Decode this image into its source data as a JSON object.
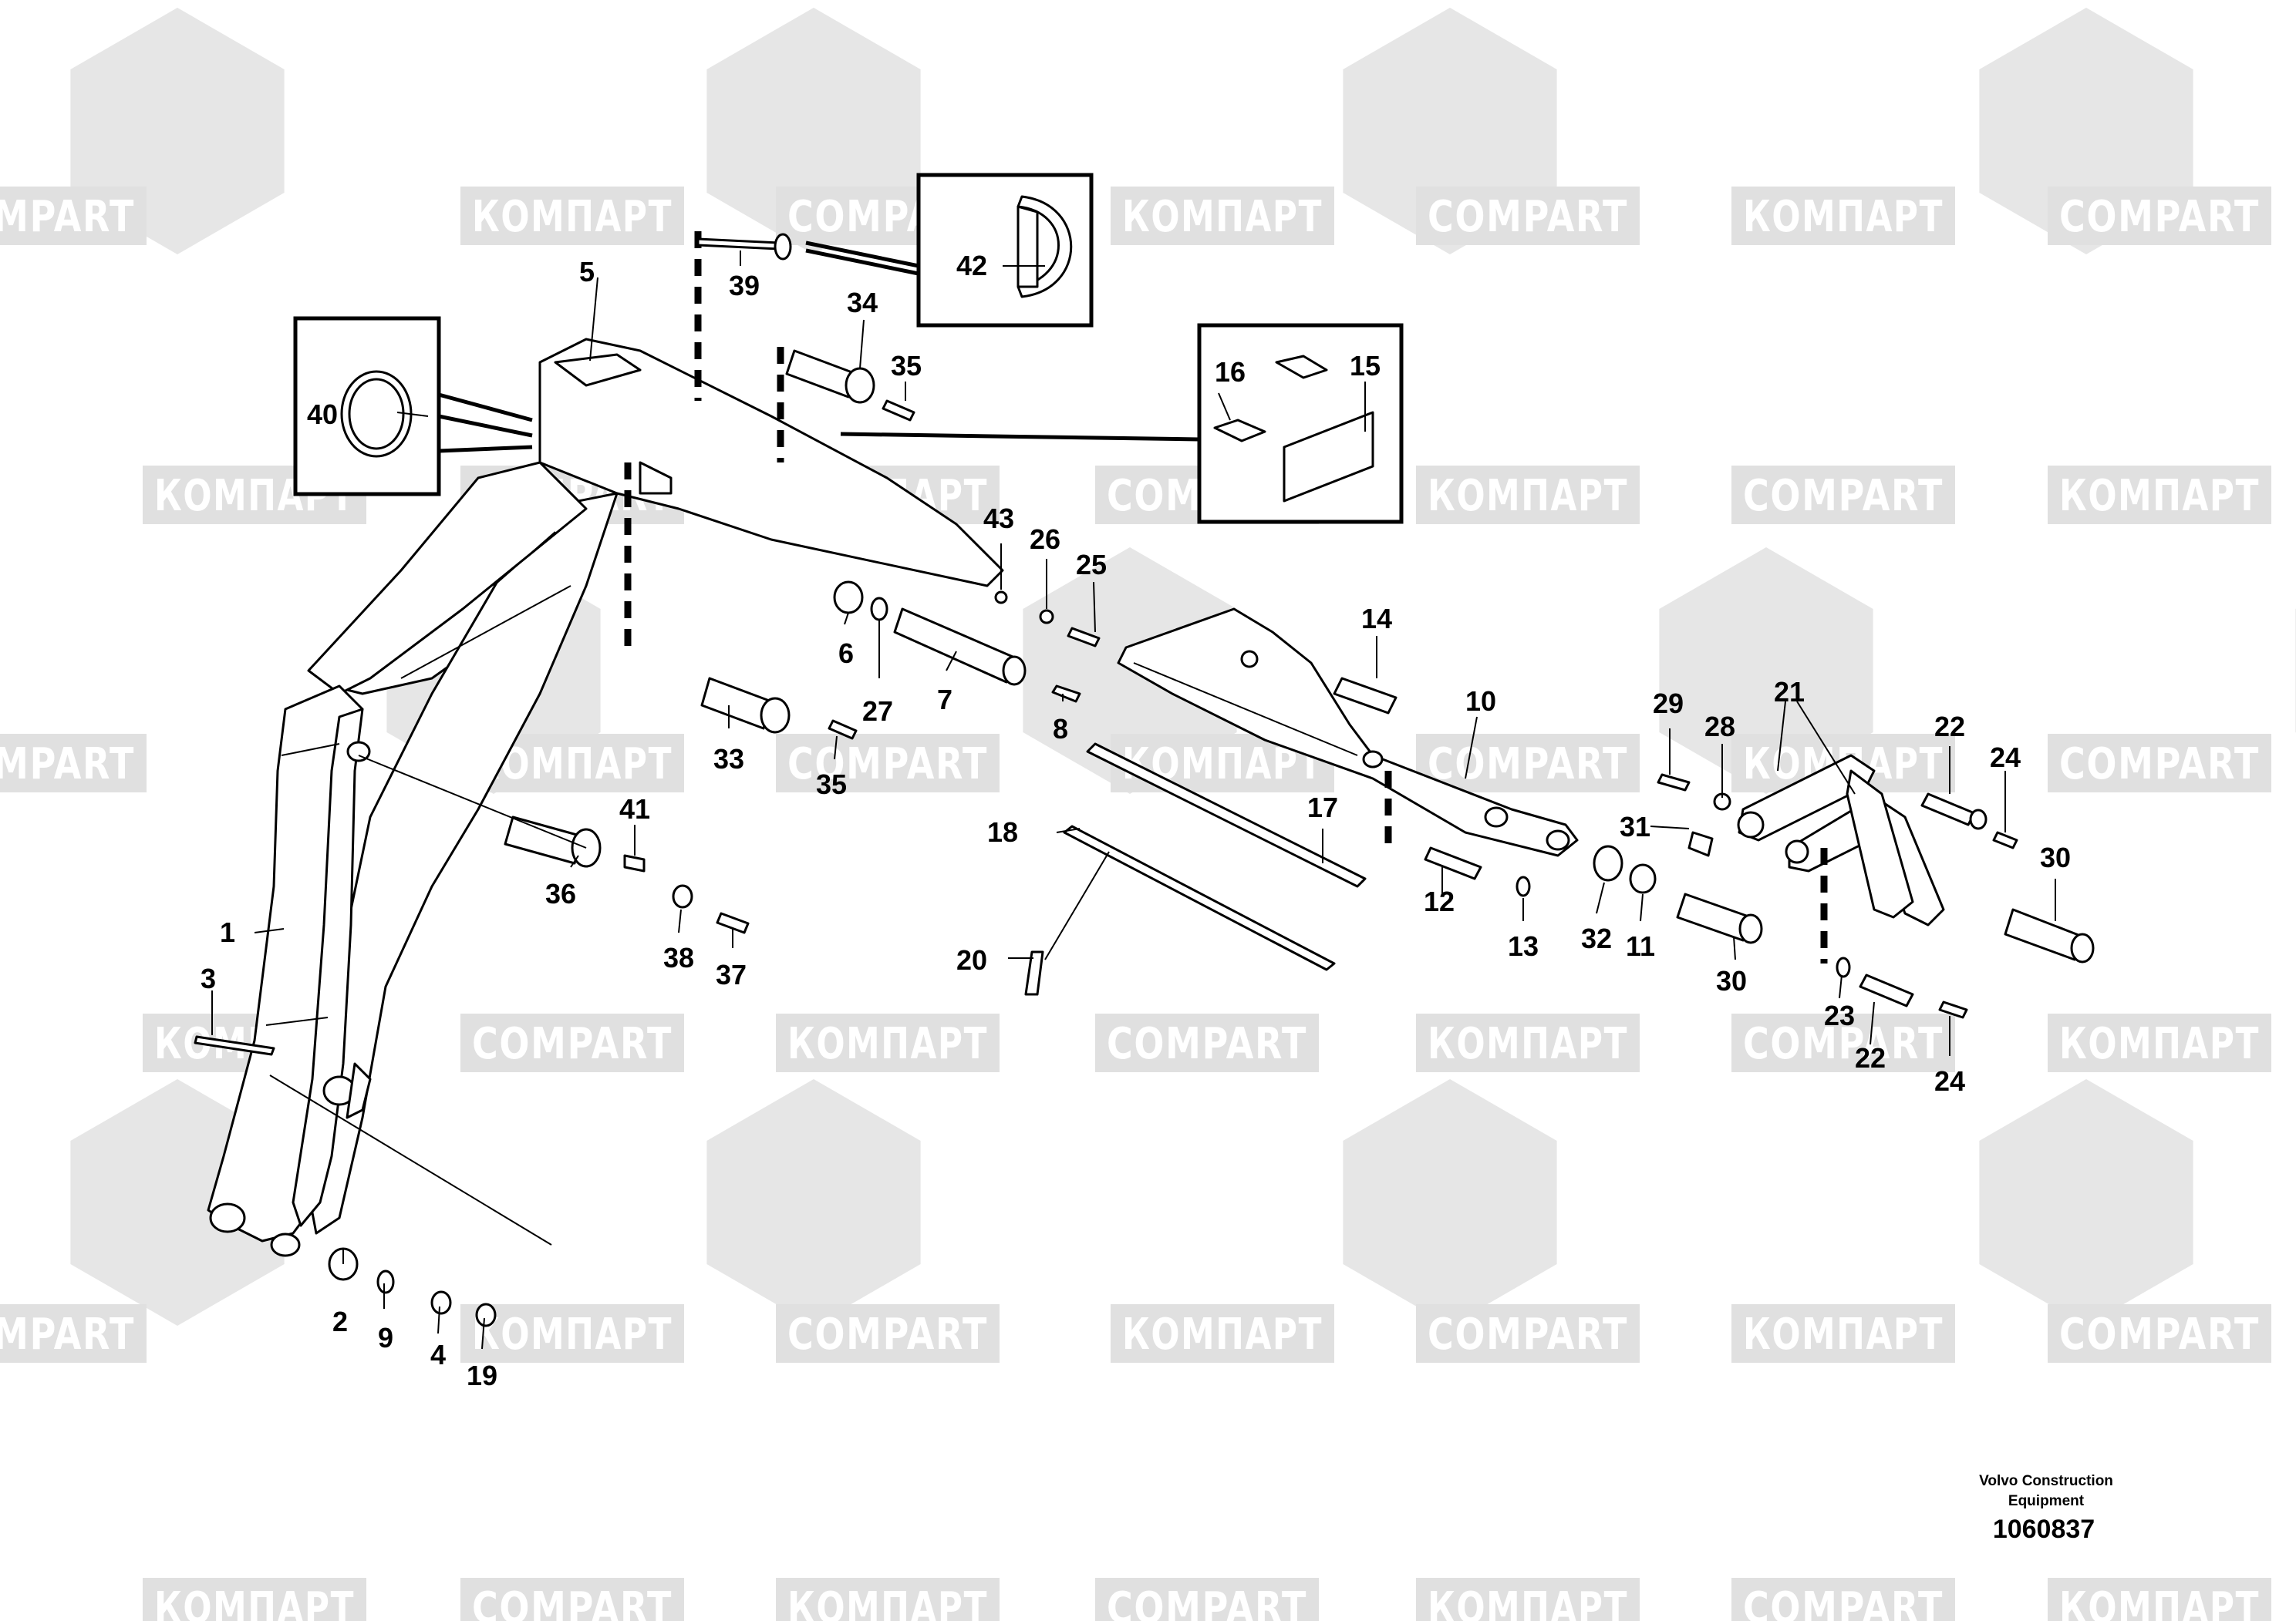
{
  "watermarks": {
    "latin": "COMPART",
    "cyrillic": "КОМПАРТ"
  },
  "credit": {
    "line1": "Volvo Construction",
    "line2": "Equipment"
  },
  "doc_number": "1060837",
  "callouts": [
    {
      "id": "c1",
      "label": "1"
    },
    {
      "id": "c2",
      "label": "2"
    },
    {
      "id": "c3",
      "label": "3"
    },
    {
      "id": "c4",
      "label": "4"
    },
    {
      "id": "c5",
      "label": "5"
    },
    {
      "id": "c6",
      "label": "6"
    },
    {
      "id": "c7",
      "label": "7"
    },
    {
      "id": "c8",
      "label": "8"
    },
    {
      "id": "c9",
      "label": "9"
    },
    {
      "id": "c10",
      "label": "10"
    },
    {
      "id": "c11",
      "label": "11"
    },
    {
      "id": "c12",
      "label": "12"
    },
    {
      "id": "c13",
      "label": "13"
    },
    {
      "id": "c14",
      "label": "14"
    },
    {
      "id": "c15",
      "label": "15"
    },
    {
      "id": "c16",
      "label": "16"
    },
    {
      "id": "c17",
      "label": "17"
    },
    {
      "id": "c18",
      "label": "18"
    },
    {
      "id": "c19",
      "label": "19"
    },
    {
      "id": "c20",
      "label": "20"
    },
    {
      "id": "c21",
      "label": "21"
    },
    {
      "id": "c22a",
      "label": "22"
    },
    {
      "id": "c22b",
      "label": "22"
    },
    {
      "id": "c23",
      "label": "23"
    },
    {
      "id": "c24a",
      "label": "24"
    },
    {
      "id": "c24b",
      "label": "24"
    },
    {
      "id": "c25",
      "label": "25"
    },
    {
      "id": "c26",
      "label": "26"
    },
    {
      "id": "c27",
      "label": "27"
    },
    {
      "id": "c28",
      "label": "28"
    },
    {
      "id": "c29",
      "label": "29"
    },
    {
      "id": "c30a",
      "label": "30"
    },
    {
      "id": "c30b",
      "label": "30"
    },
    {
      "id": "c31",
      "label": "31"
    },
    {
      "id": "c32",
      "label": "32"
    },
    {
      "id": "c33",
      "label": "33"
    },
    {
      "id": "c34",
      "label": "34"
    },
    {
      "id": "c35a",
      "label": "35"
    },
    {
      "id": "c35b",
      "label": "35"
    },
    {
      "id": "c36",
      "label": "36"
    },
    {
      "id": "c37",
      "label": "37"
    },
    {
      "id": "c38",
      "label": "38"
    },
    {
      "id": "c39",
      "label": "39"
    },
    {
      "id": "c40",
      "label": "40"
    },
    {
      "id": "c41",
      "label": "41"
    },
    {
      "id": "c42",
      "label": "42"
    },
    {
      "id": "c43",
      "label": "43"
    }
  ]
}
